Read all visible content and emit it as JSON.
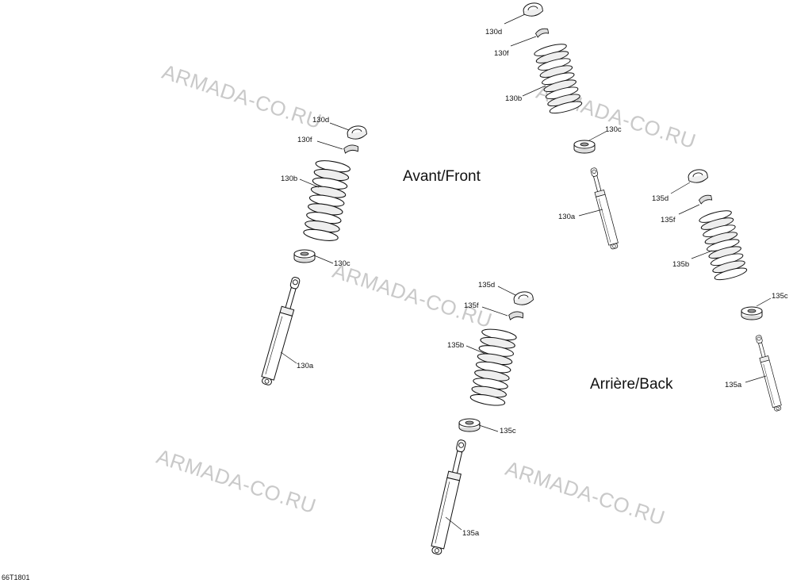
{
  "watermark": "ARMADA-CO.RU",
  "sections": {
    "front": "Avant/Front",
    "back": "Arrière/Back"
  },
  "callouts": {
    "front_left_130d": "130d",
    "front_left_130f": "130f",
    "front_left_130b": "130b",
    "front_left_130c": "130c",
    "front_left_130a": "130a",
    "front_right_130d": "130d",
    "front_right_130f": "130f",
    "front_right_130b": "130b",
    "front_right_130c": "130c",
    "front_right_130a": "130a",
    "back_left_135d": "135d",
    "back_left_135f": "135f",
    "back_left_135b": "135b",
    "back_left_135c": "135c",
    "back_left_135a": "135a",
    "back_right_135d": "135d",
    "back_right_135f": "135f",
    "back_right_135b": "135b",
    "back_right_135c": "135c",
    "back_right_135a": "135a"
  },
  "figure_ref": "66T1801"
}
